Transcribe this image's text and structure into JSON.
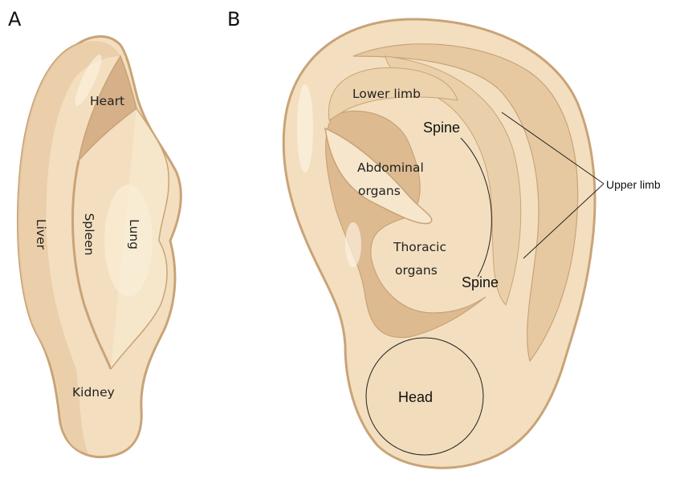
{
  "panels": {
    "a": {
      "letter": "A",
      "labels": {
        "heart": "Heart",
        "liver": "Liver",
        "spleen": "Spleen",
        "lung": "Lung",
        "kidney": "Kidney"
      }
    },
    "b": {
      "letter": "B",
      "labels": {
        "lower_limb": "Lower limb",
        "spine_upper": "Spine",
        "abdominal_line1": "Abdominal",
        "abdominal_line2": "organs",
        "thoracic_line1": "Thoracic",
        "thoracic_line2": "organs",
        "spine_lower": "Spine",
        "head": "Head",
        "upper_limb": "Upper limb"
      }
    }
  },
  "colors": {
    "skin_fill": "#f3dfbf",
    "skin_outline": "#c9a377",
    "skin_shade": "#dcbb92",
    "skin_dark": "#c8a174",
    "skin_highlight": "#fbf0dd",
    "line": "#222222"
  }
}
